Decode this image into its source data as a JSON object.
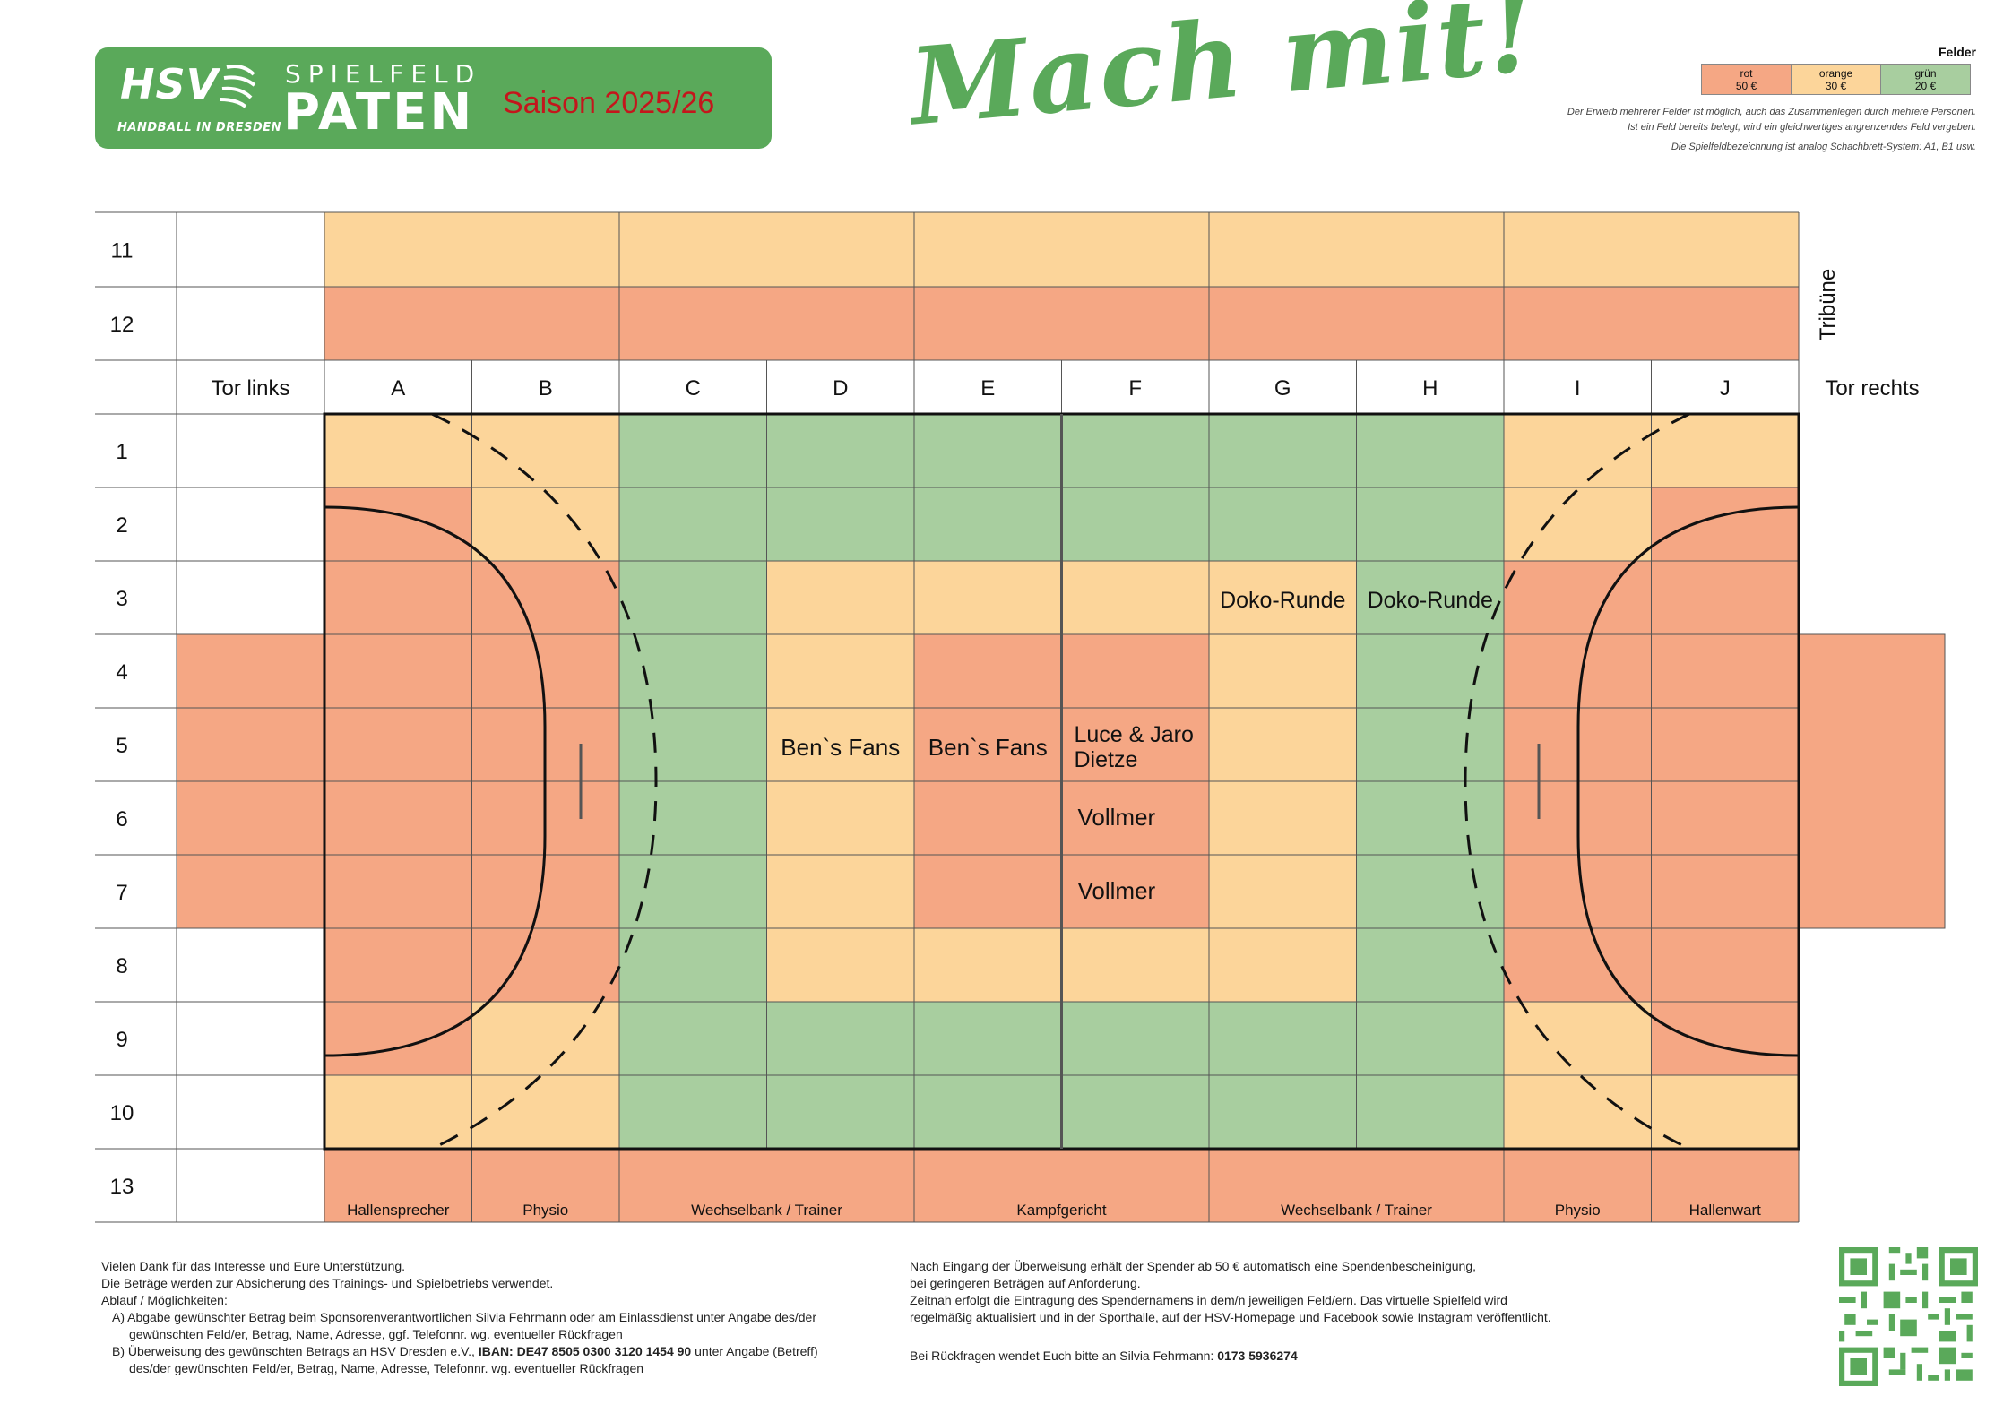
{
  "header": {
    "logo_text": "HSV",
    "logo_sub": "HANDBALL IN DRESDEN",
    "brand_line1": "SPIELFELD",
    "brand_line2": "PATEN",
    "season": "Saison 2025/26",
    "slogan": "Mach mit!"
  },
  "legend": {
    "title": "Felder",
    "items": [
      {
        "name": "rot",
        "price": "50 €",
        "color": "#f5a784"
      },
      {
        "name": "orange",
        "price": "30 €",
        "color": "#fcd59a"
      },
      {
        "name": "grün",
        "price": "20 €",
        "color": "#a8ce9f"
      }
    ],
    "notes": [
      "Der Erwerb mehrerer Felder ist möglich, auch das Zusammenlegen durch mehrere Personen.",
      "Ist ein Feld bereits belegt, wird ein gleichwertiges angrenzendes Feld vergeben.",
      "Die Spielfeldbezeichnung ist analog Schachbrett-System: A1, B1 usw."
    ]
  },
  "grid": {
    "columns": [
      "A",
      "B",
      "C",
      "D",
      "E",
      "F",
      "G",
      "H",
      "I",
      "J"
    ],
    "goal_left": "Tor links",
    "goal_right": "Tor rechts",
    "stand_label": "Tribüne",
    "top_rows": [
      {
        "label": "11",
        "color": "o"
      },
      {
        "label": "12",
        "color": "r"
      }
    ],
    "field_rows": [
      {
        "label": "1",
        "cells": [
          "o",
          "o",
          "g",
          "g",
          "g",
          "g",
          "g",
          "g",
          "o",
          "o"
        ]
      },
      {
        "label": "2",
        "cells": [
          "r",
          "o",
          "g",
          "g",
          "g",
          "g",
          "g",
          "g",
          "o",
          "r"
        ]
      },
      {
        "label": "3",
        "cells": [
          "r",
          "r",
          "g",
          "o",
          "o",
          "o",
          "o",
          "g",
          "r",
          "r"
        ]
      },
      {
        "label": "4",
        "cells": [
          "r",
          "r",
          "g",
          "o",
          "r",
          "r",
          "o",
          "g",
          "r",
          "r"
        ]
      },
      {
        "label": "5",
        "cells": [
          "r",
          "r",
          "g",
          "o",
          "r",
          "r",
          "o",
          "g",
          "r",
          "r"
        ]
      },
      {
        "label": "6",
        "cells": [
          "r",
          "r",
          "g",
          "o",
          "r",
          "r",
          "o",
          "g",
          "r",
          "r"
        ]
      },
      {
        "label": "7",
        "cells": [
          "r",
          "r",
          "g",
          "o",
          "r",
          "r",
          "o",
          "g",
          "r",
          "r"
        ]
      },
      {
        "label": "8",
        "cells": [
          "r",
          "r",
          "g",
          "o",
          "o",
          "o",
          "o",
          "g",
          "r",
          "r"
        ]
      },
      {
        "label": "9",
        "cells": [
          "r",
          "o",
          "g",
          "g",
          "g",
          "g",
          "g",
          "g",
          "o",
          "r"
        ]
      },
      {
        "label": "10",
        "cells": [
          "o",
          "o",
          "g",
          "g",
          "g",
          "g",
          "g",
          "g",
          "o",
          "o"
        ]
      }
    ],
    "goal_rows": [
      "4",
      "5",
      "6",
      "7"
    ],
    "bottom_row": {
      "label": "13",
      "sections": [
        {
          "label": "Hallensprecher",
          "span": 1
        },
        {
          "label": "Physio",
          "span": 1
        },
        {
          "label": "Wechselbank / Trainer",
          "span": 2
        },
        {
          "label": "Kampfgericht",
          "span": 2
        },
        {
          "label": "Wechselbank / Trainer",
          "span": 2
        },
        {
          "label": "Physio",
          "span": 1
        },
        {
          "label": "Hallenwart",
          "span": 1
        }
      ]
    },
    "sponsors": [
      {
        "cell": "G3",
        "text": "Doko-Runde"
      },
      {
        "cell": "H3",
        "text": "Doko-Runde"
      },
      {
        "cell": "D5",
        "text": "Ben`s Fans"
      },
      {
        "cell": "E5",
        "text": "Ben`s Fans"
      },
      {
        "cell": "F5",
        "text": "Luce & Jaro Dietze"
      },
      {
        "cell": "F6",
        "text": "Vollmer"
      },
      {
        "cell": "F7",
        "text": "Vollmer"
      }
    ]
  },
  "footer": {
    "left": [
      "Vielen Dank für das Interesse und Eure Unterstützung.",
      "Die Beträge werden zur Absicherung des Trainings- und Spielbetriebs verwendet.",
      "Ablauf / Möglichkeiten:",
      "A) Abgabe gewünschter Betrag beim Sponsorenverantwortlichen Silvia Fehrmann oder am Einlassdienst unter Angabe des/der gewünschten Feld/er, Betrag, Name, Adresse, ggf. Telefonnr. wg. eventueller Rückfragen",
      "B) Überweisung des gewünschten Betrags an HSV Dresden e.V., IBAN: DE47 8505 0300 3120 1454 90 unter Angabe (Betreff) des/der gewünschten Feld/er, Betrag, Name, Adresse, Telefonnr. wg. eventueller Rückfragen"
    ],
    "right": [
      "Nach Eingang der Überweisung erhält der Spender ab 50 € automatisch eine Spendenbescheinigung,",
      "bei geringeren Beträgen auf Anforderung.",
      "Zeitnah erfolgt die Eintragung des Spendernamens in dem/n jeweiligen Feld/ern. Das virtuelle Spielfeld wird",
      "regelmäßig aktualisiert und in der Sporthalle, auf der HSV-Homepage und Facebook sowie Instagram veröffentlicht.",
      "Bei Rückfragen wendet Euch bitte an Silvia Fehrmann: 0173 5936274"
    ]
  },
  "colors": {
    "r": "#f5a784",
    "o": "#fcd59a",
    "g": "#a8ce9f",
    "brand_green": "#5aa95a",
    "season_red": "#c4161c"
  }
}
